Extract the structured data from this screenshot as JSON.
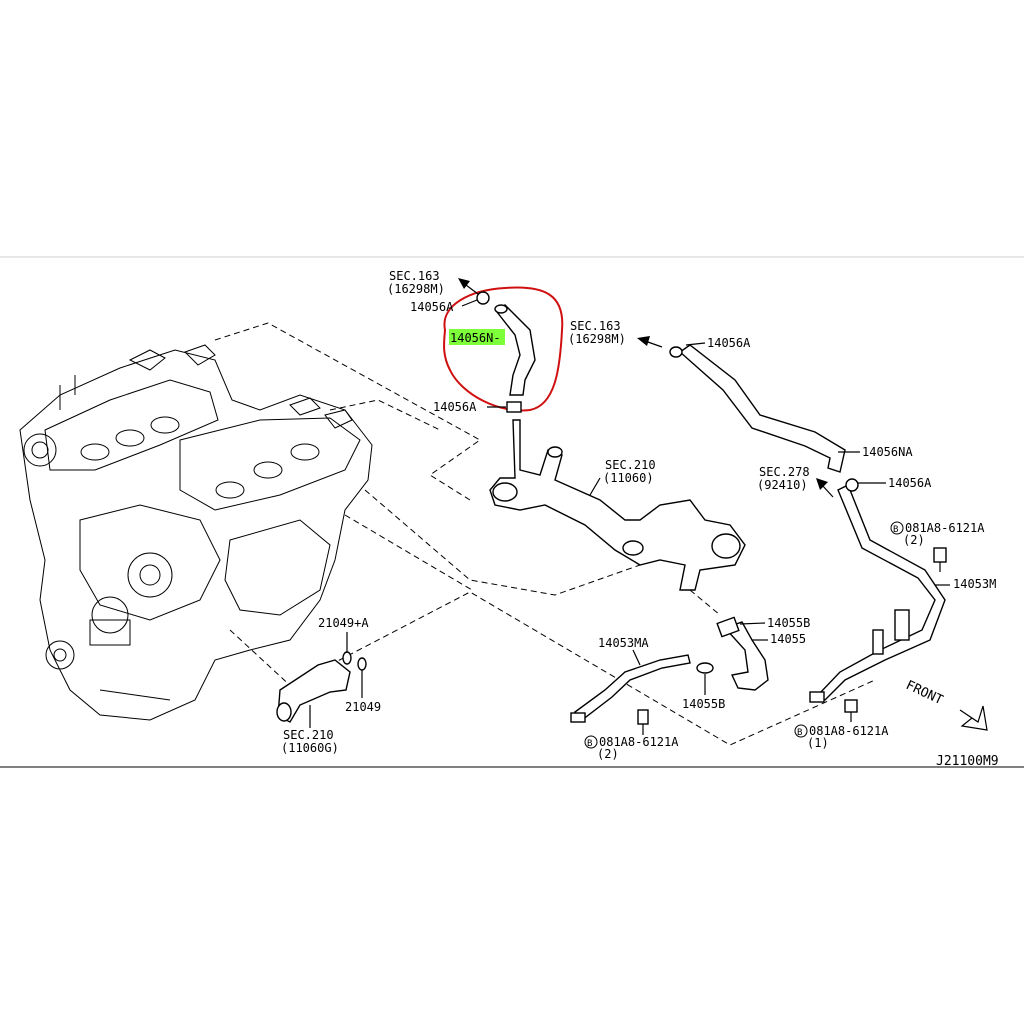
{
  "labels": {
    "sec163_a": "SEC.163",
    "sec163_a_sub": "(16298M)",
    "p14056A_top": "14056A",
    "p14056N_highlight": "14056N-",
    "p14056A_mid": "14056A",
    "sec163_b": "SEC.163",
    "sec163_b_sub": "(16298M)",
    "p14056A_right": "14056A",
    "sec210_a": "SEC.210",
    "sec210_a_sub": "(11060)",
    "p14056NA": "14056NA",
    "sec278": "SEC.278",
    "sec278_sub": "(92410)",
    "p14056A_far": "14056A",
    "bolt_a": "081A8-6121A",
    "bolt_a_qty": "(2)",
    "p14053M": "14053M",
    "p14055B_top": "14055B",
    "p14055": "14055",
    "p14053MA": "14053MA",
    "p21049A": "21049+A",
    "p21049": "21049",
    "p14055B_bottom": "14055B",
    "bolt_b": "081A8-6121A",
    "bolt_b_qty": "(2)",
    "bolt_c": "081A8-6121A",
    "bolt_c_qty": "(1)",
    "sec210_b": "SEC.210",
    "sec210_b_sub": "(11060G)",
    "front": "FRONT",
    "diagram_code": "J21100M9",
    "bolt_marker": "B"
  },
  "colors": {
    "highlight_fill": "#7dff3a",
    "circle_stroke": "#d01010"
  }
}
